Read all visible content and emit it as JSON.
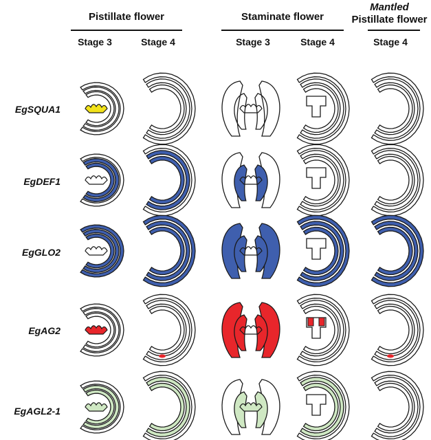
{
  "headers": {
    "pistillate": "Pistillate flower",
    "staminate": "Staminate flower",
    "mantled_line1": "Mantled",
    "mantled_line2": "Pistillate flower"
  },
  "stages": [
    "Stage 3",
    "Stage 4",
    "Stage 3",
    "Stage 4",
    "Stage 4"
  ],
  "genes": [
    "EgSQUA1",
    "EgDEF1",
    "EgGLO2",
    "EgAG2",
    "EgAGL2-1"
  ],
  "colors": {
    "outline": "#1a1a1a",
    "squa": "#f2e21a",
    "def_glo": "#3f5fae",
    "ag": "#e8262b",
    "agl": "#cfe8c3"
  },
  "expression": [
    [
      "carpel-yellow",
      "none",
      "none",
      "none",
      "empty"
    ],
    [
      "petal-stamen-blue",
      "petal-stamen-blue",
      "stamen-blue",
      "none",
      "none"
    ],
    [
      "all-blue",
      "all-blue",
      "all-blue",
      "all-blue",
      "all-blue"
    ],
    [
      "carpel-red",
      "dot-red",
      "stamen-red",
      "staminode-red",
      "dot-red"
    ],
    [
      "faint-green",
      "faint-green",
      "faint-green",
      "faint-green",
      "none"
    ]
  ]
}
